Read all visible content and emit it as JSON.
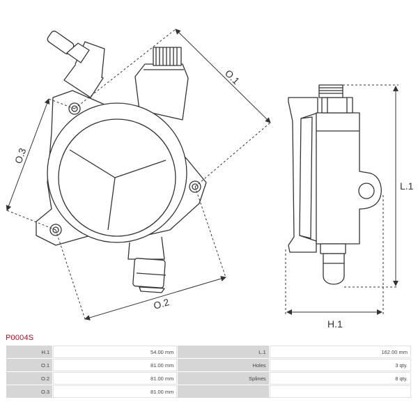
{
  "part_code": "P0004S",
  "dimension_labels": {
    "o1": "O.1",
    "o2": "O.2",
    "o3": "O.3",
    "l1": "L.1",
    "h1": "H.1"
  },
  "specs": [
    {
      "label_left": "H.1",
      "value_left": "54.00 mm",
      "label_right": "L.1",
      "value_right": "162.00 mm"
    },
    {
      "label_left": "O.1",
      "value_left": "81.00 mm",
      "label_right": "Holes",
      "value_right": "3 qty."
    },
    {
      "label_left": "O.2",
      "value_left": "81.00 mm",
      "label_right": "Splines",
      "value_right": "8 qty."
    },
    {
      "label_left": "O.3",
      "value_left": "81.00 mm",
      "label_right": "",
      "value_right": ""
    }
  ]
}
